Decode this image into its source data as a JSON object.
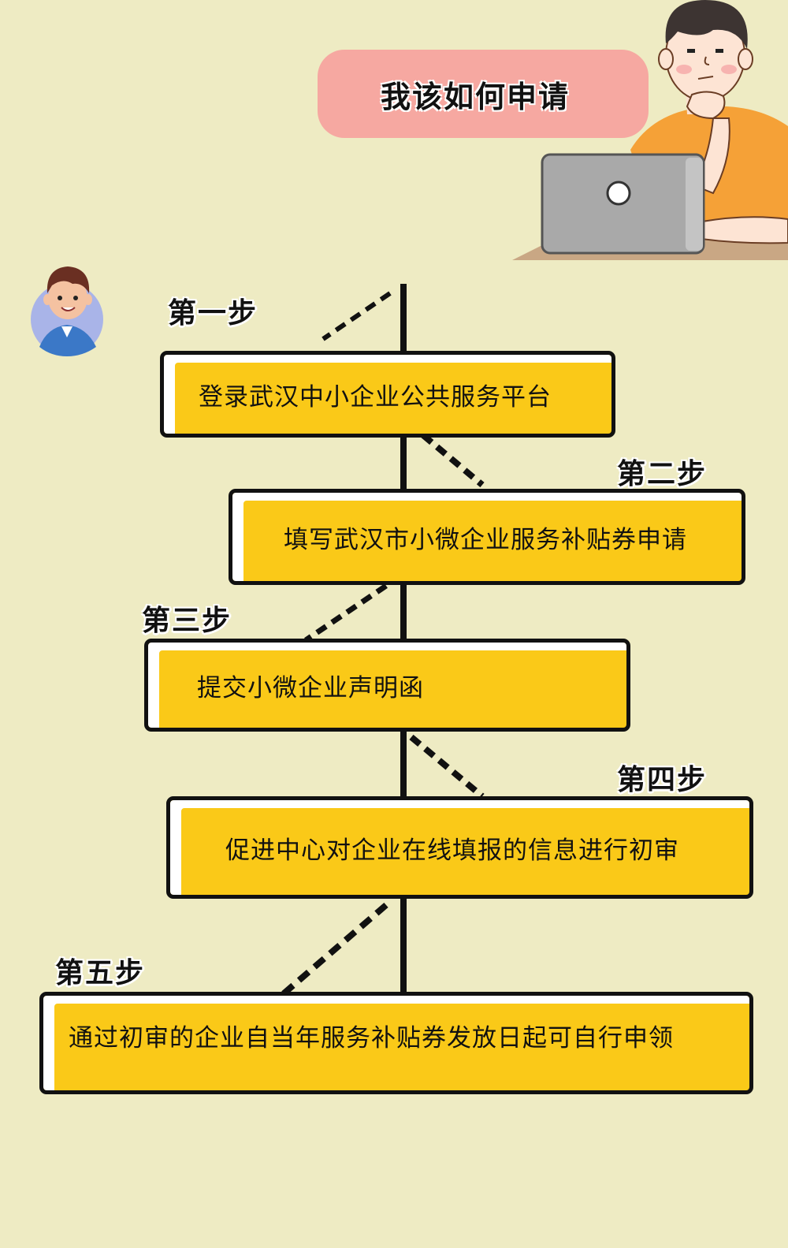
{
  "question": "我该如何申请",
  "steps": [
    {
      "label": "第一步",
      "text": "登录武汉中小企业公共服务平台"
    },
    {
      "label": "第二步",
      "text": "填写武汉市小微企业服务补贴券申请"
    },
    {
      "label": "第三步",
      "text": "提交小微企业声明函"
    },
    {
      "label": "第四步",
      "text": "促进中心对企业在线填报的信息进行初审"
    },
    {
      "label": "第五步",
      "text": "通过初审的企业自当年服务补贴券发放日起可自行申领"
    }
  ],
  "colors": {
    "background": "#eeebc3",
    "box_fill": "#fac918",
    "bubble_fill": "#f6a8a1",
    "outline": "#111111"
  }
}
